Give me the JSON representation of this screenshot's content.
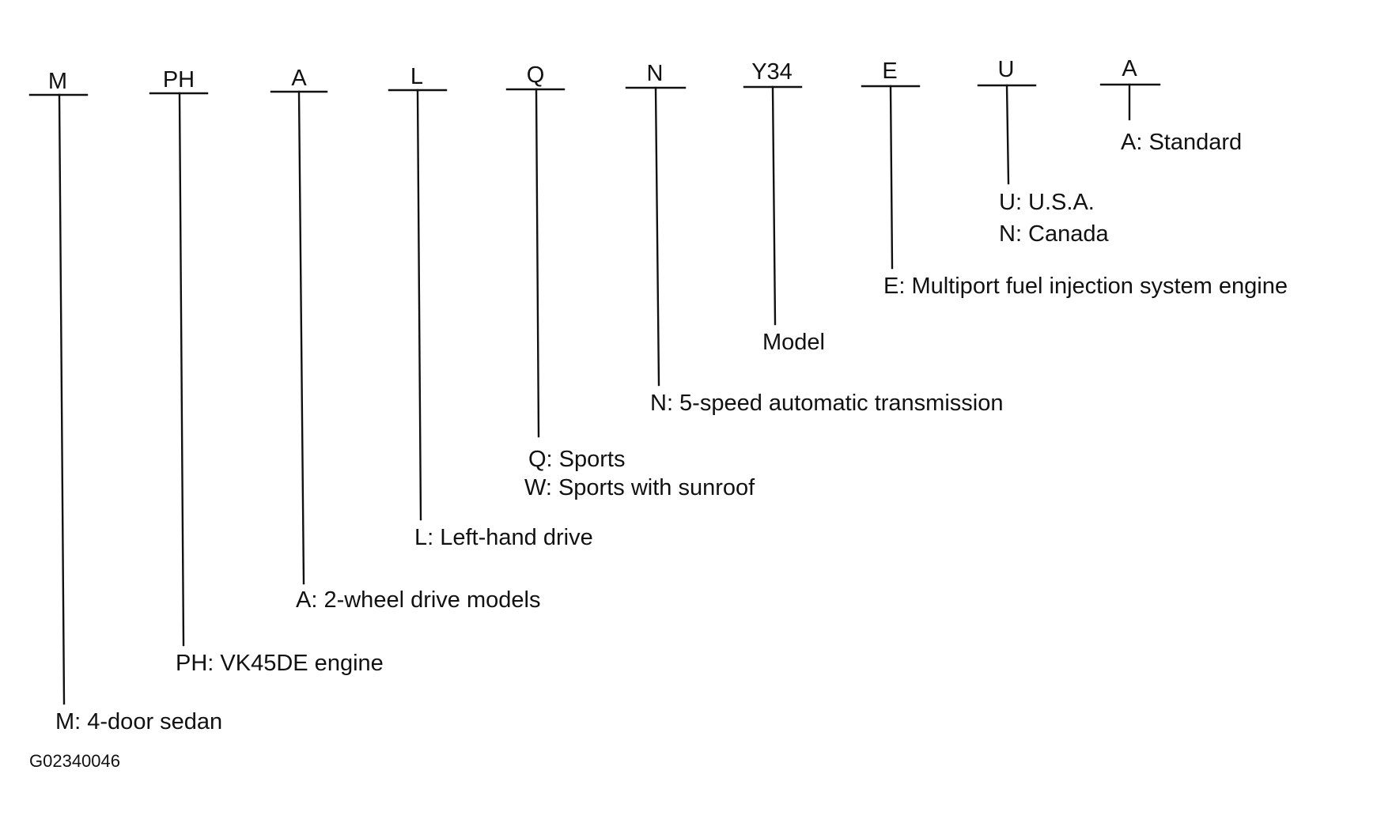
{
  "codes": [
    {
      "code": "M",
      "descriptions": [
        "M: 4-door sedan"
      ]
    },
    {
      "code": "PH",
      "descriptions": [
        "PH: VK45DE engine"
      ]
    },
    {
      "code": "A",
      "descriptions": [
        "A: 2-wheel drive models"
      ]
    },
    {
      "code": "L",
      "descriptions": [
        "L: Left-hand drive"
      ]
    },
    {
      "code": "Q",
      "descriptions": [
        "Q: Sports",
        "W: Sports with sunroof"
      ]
    },
    {
      "code": "N",
      "descriptions": [
        "N: 5-speed automatic transmission"
      ]
    },
    {
      "code": "Y34",
      "descriptions": [
        "Model"
      ]
    },
    {
      "code": "E",
      "descriptions": [
        "E: Multiport fuel injection system engine"
      ]
    },
    {
      "code": "U",
      "descriptions": [
        "U: U.S.A.",
        "N: Canada"
      ]
    },
    {
      "code": "A",
      "descriptions": [
        "A: Standard"
      ]
    }
  ],
  "figure_id": "G02340046"
}
